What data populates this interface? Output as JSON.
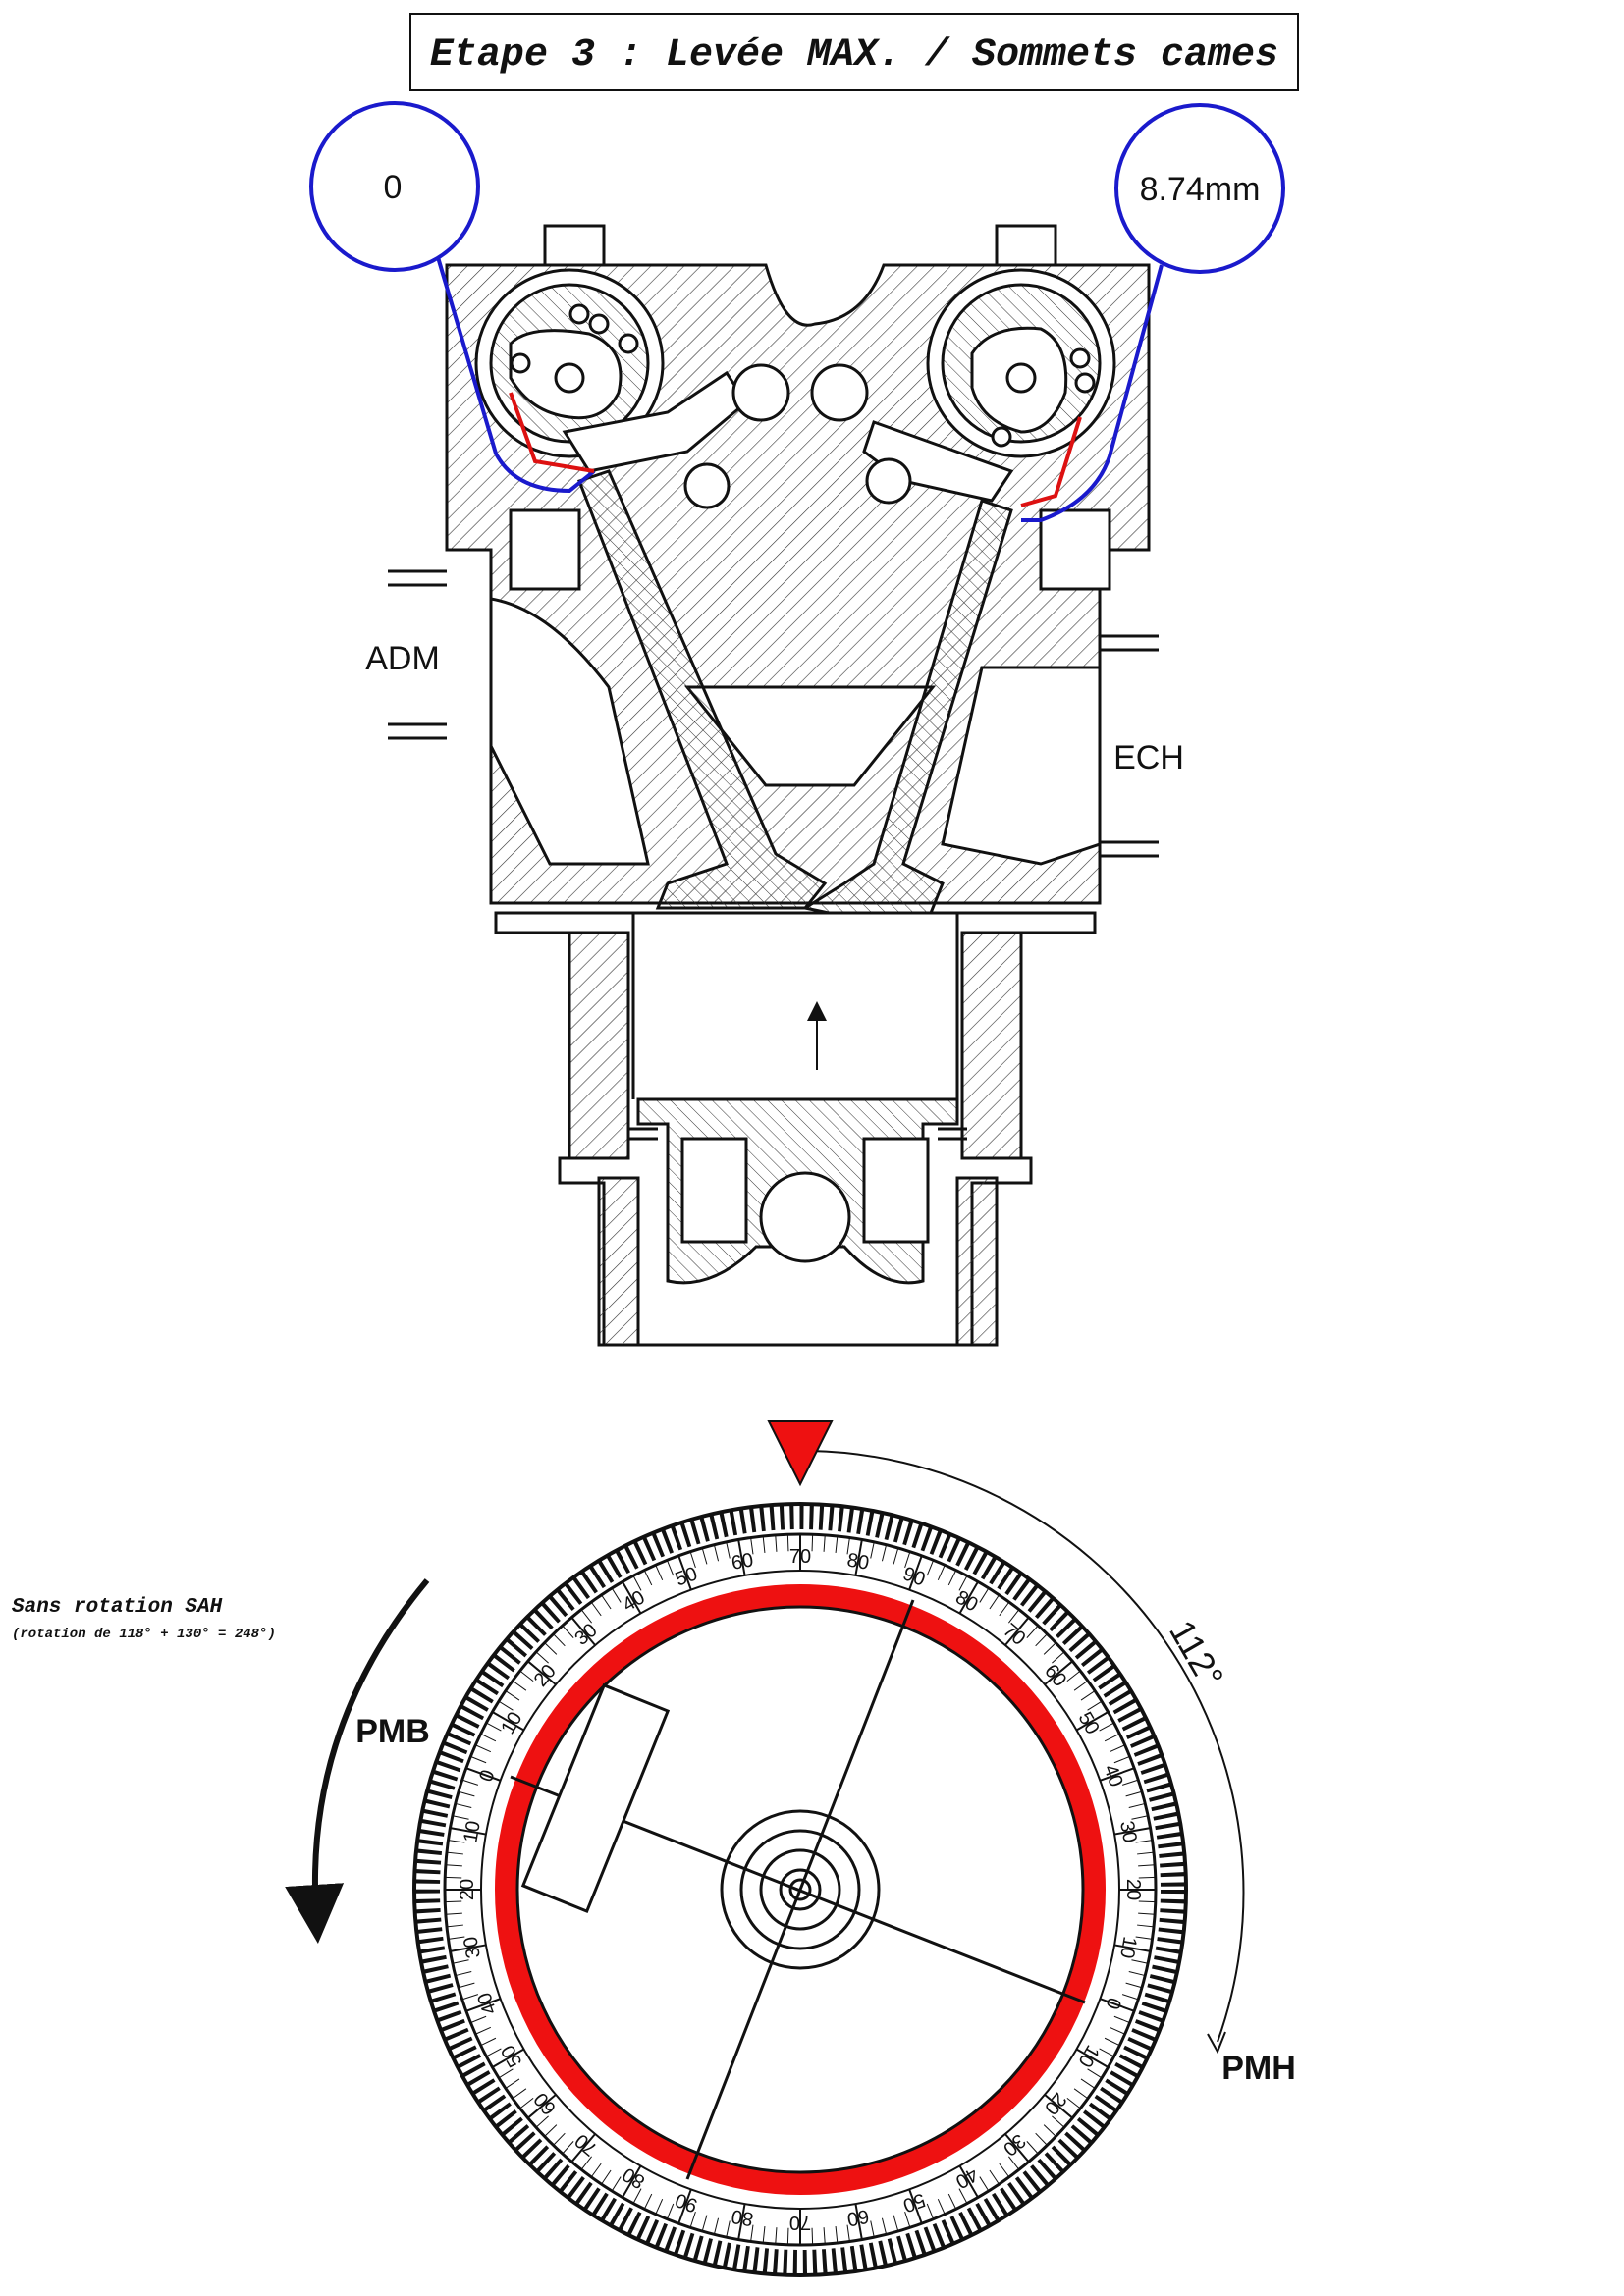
{
  "title": "Etape 3 : Levée MAX. / Sommets cames",
  "callouts": {
    "intake_lift": "0",
    "exhaust_lift": "8.74mm"
  },
  "side_labels": {
    "intake": "ADM",
    "exhaust": "ECH"
  },
  "rotation_note": {
    "line1": "Sans rotation SAH",
    "line2": "(rotation de 118° + 130° = 248°)"
  },
  "dial": {
    "pmb_label": "PMB",
    "pmh_label": "PMH",
    "angle_label": "112°",
    "scale_labels": [
      "0",
      "10",
      "20",
      "30",
      "40",
      "50",
      "60",
      "70",
      "80",
      "90"
    ]
  },
  "colors": {
    "intake_callout": "#1a1acc",
    "cam_highlight": "#dd1111",
    "dial_ring": "#ee1111",
    "pointer": "#ee1111",
    "ink": "#111111"
  }
}
